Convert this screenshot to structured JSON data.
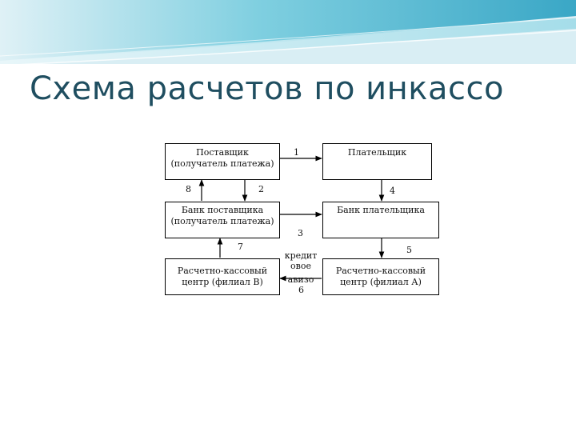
{
  "slide": {
    "title": "Схема расчетов по инкассо"
  },
  "diagram": {
    "boxes": {
      "supplier": [
        "Поставщик",
        "(получатель платежа)"
      ],
      "payer": [
        "Плательщик"
      ],
      "supplier_bank": [
        "Банк поставщика",
        "(получатель платежа)"
      ],
      "payer_bank": [
        "Банк плательщика"
      ],
      "cash_center_b": [
        "Расчетно-кассовый",
        "центр (филиал В)"
      ],
      "cash_center_a": [
        "Расчетно-кассовый",
        "центр (филиал А)"
      ]
    },
    "labels": {
      "step_1": "1",
      "step_2": "2",
      "step_3": "3",
      "step_4": "4",
      "step_5": "5",
      "step_6": "6",
      "step_7": "7",
      "step_8": "8",
      "credit_advice": [
        "кредит",
        "овое",
        "авизо"
      ]
    }
  }
}
